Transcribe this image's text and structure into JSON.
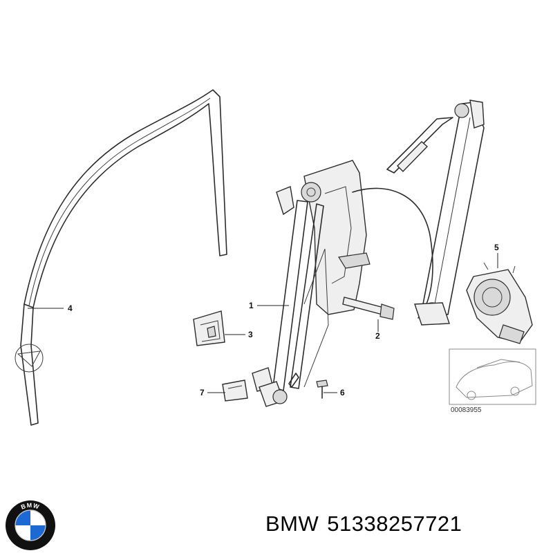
{
  "callouts": {
    "c1": "1",
    "c2": "2",
    "c3": "3",
    "c4": "4",
    "c5": "5",
    "c6": "6",
    "c7": "7"
  },
  "thumbnail": {
    "code": "00083955"
  },
  "caption": {
    "brand": "BMW",
    "part_number": "51338257721"
  },
  "logo": {
    "text": "BMW",
    "colors": {
      "blue": "#1c69d4",
      "white": "#ffffff",
      "ring": "#111111"
    }
  }
}
